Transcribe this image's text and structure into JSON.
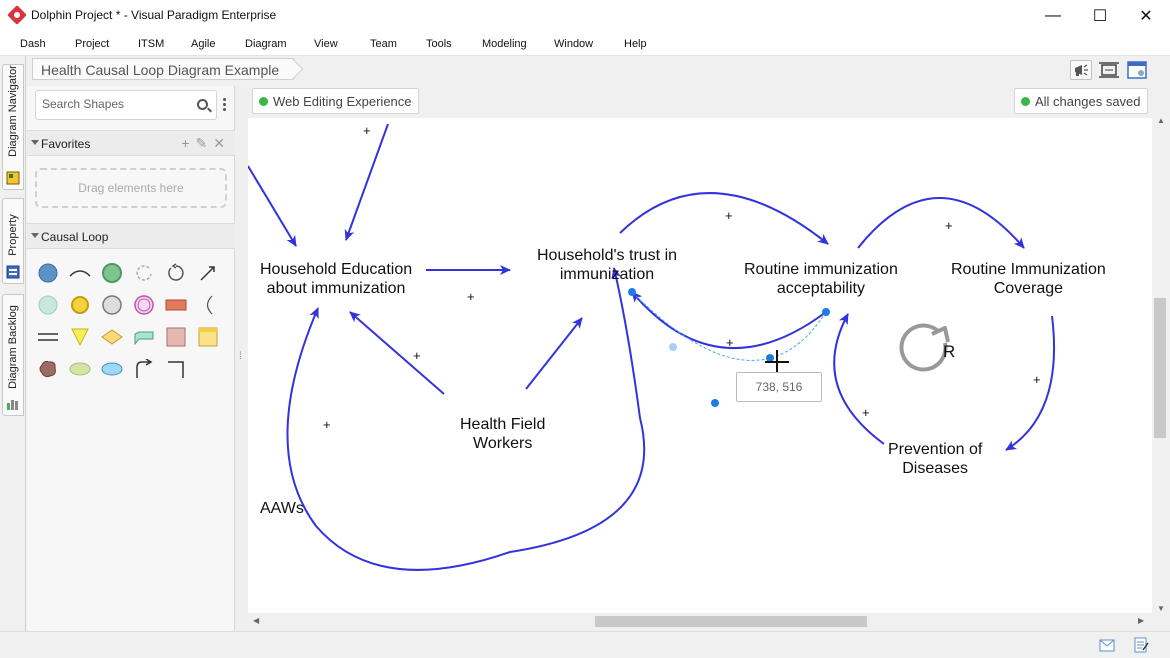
{
  "window": {
    "title": "Dolphin Project * - Visual Paradigm Enterprise",
    "minimize": "—",
    "maximize": "☐",
    "close": "✕"
  },
  "menu": [
    "Dash",
    "Project",
    "ITSM",
    "Agile",
    "Diagram",
    "View",
    "Team",
    "Tools",
    "Modeling",
    "Window",
    "Help"
  ],
  "side_tabs": {
    "navigator": "Diagram Navigator",
    "property": "Property",
    "backlog": "Diagram Backlog"
  },
  "breadcrumb": "Health Causal Loop Diagram Example",
  "toolbar_icons": [
    "megaphone-icon",
    "fit-diagram-icon",
    "layout-icon"
  ],
  "panel": {
    "search_placeholder": "Search Shapes",
    "favorites_label": "Favorites",
    "dropzone_text": "Drag elements here",
    "causal_loop_label": "Causal Loop",
    "shapes": [
      "variable-circle",
      "link-arc",
      "variable-green",
      "loop-dashed",
      "loop-arrow",
      "line-arrow",
      "cloud-circle",
      "yellow-circle",
      "grey-circle",
      "pink-circle",
      "rectangle-red",
      "bracket-arc",
      "double-line",
      "triangle",
      "diamond",
      "flag",
      "rectangle-pink",
      "note",
      "blob",
      "ellipse-green",
      "ellipse-blue",
      "corner-arrow",
      "corner-line"
    ]
  },
  "canvas_header": {
    "left_pill": "Web Editing Experience",
    "right_pill": "All changes saved",
    "status_color": "#3ab54a"
  },
  "diagram": {
    "nodes": {
      "household_education": "Household Education\nabout immunization",
      "household_trust": "Household's trust in\nimmunization",
      "routine_acceptability": "Routine immunization\nacceptability",
      "routine_coverage": "Routine Immunization\nCoverage",
      "health_workers": "Health Field\nWorkers",
      "prevention": "Prevention of\nDiseases",
      "aaws": "AAWs"
    },
    "polarity": "+",
    "loop_label": "R",
    "cursor_readout": "738, 516",
    "link_color": "#3333dd",
    "selection_color": "#1a7fe0"
  },
  "status_icons": [
    "mail-icon",
    "document-edit-icon"
  ]
}
